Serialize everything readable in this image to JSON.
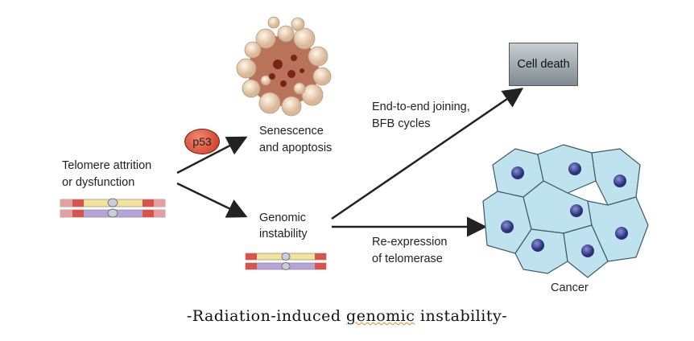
{
  "diagram": {
    "start": {
      "line1": "Telomere attrition",
      "line2": "or dysfunction"
    },
    "p53_label": "p53",
    "senescence": {
      "line1": "Senescence",
      "line2": "and apoptosis"
    },
    "genomic": {
      "line1": "Genomic",
      "line2": "instability"
    },
    "joining": {
      "line1": "End-to-end joining,",
      "line2": "BFB cycles"
    },
    "reexpression": {
      "line1": "Re-expression",
      "line2": "of telomerase"
    },
    "cell_death": "Cell death",
    "cancer": "Cancer"
  },
  "caption": {
    "prefix": "-Radiation-induced ",
    "flagged_word": "genomic",
    "suffix": " instability-"
  },
  "colors": {
    "telomere": "#d9534a",
    "chrom_yellow": "#f3e39a",
    "chrom_purple": "#b6a4d8",
    "cell": "#bfe3ee",
    "nucleus": "#3a3f8f"
  }
}
